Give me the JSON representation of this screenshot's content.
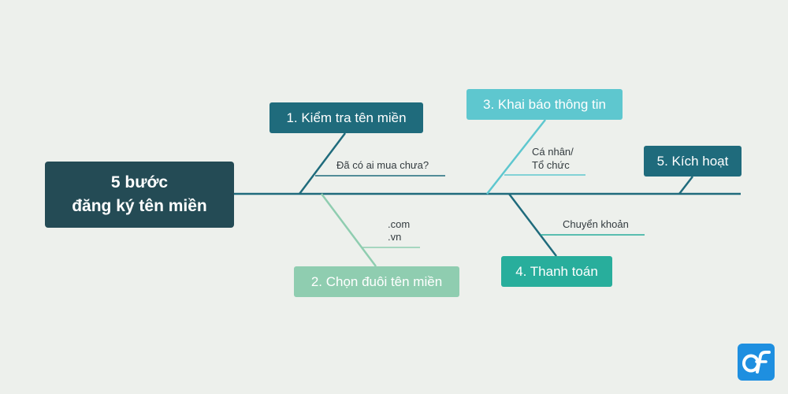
{
  "diagram": {
    "root": {
      "line1": "5 bước",
      "line2": "đăng ký tên miền"
    },
    "steps": [
      {
        "label": "1. Kiểm tra tên miền",
        "notes": [
          "Đã có ai mua chưa?"
        ],
        "color": "#1f6b7c"
      },
      {
        "label": "2. Chọn đuôi tên miền",
        "notes": [
          ".com",
          ".vn"
        ],
        "color": "#8fcdb0"
      },
      {
        "label": "3. Khai báo thông tin",
        "notes": [
          "Cá nhân/",
          "Tổ chức"
        ],
        "color": "#5ec7cf"
      },
      {
        "label": "4. Thanh toán",
        "notes": [
          "Chuyển khoản"
        ],
        "color": "#28ae9c"
      },
      {
        "label": "5. Kích hoạt",
        "notes": [],
        "color": "#1f6b7c"
      }
    ],
    "spine_color": "#1f6b7c",
    "logo_icon": "of-logo-icon"
  }
}
